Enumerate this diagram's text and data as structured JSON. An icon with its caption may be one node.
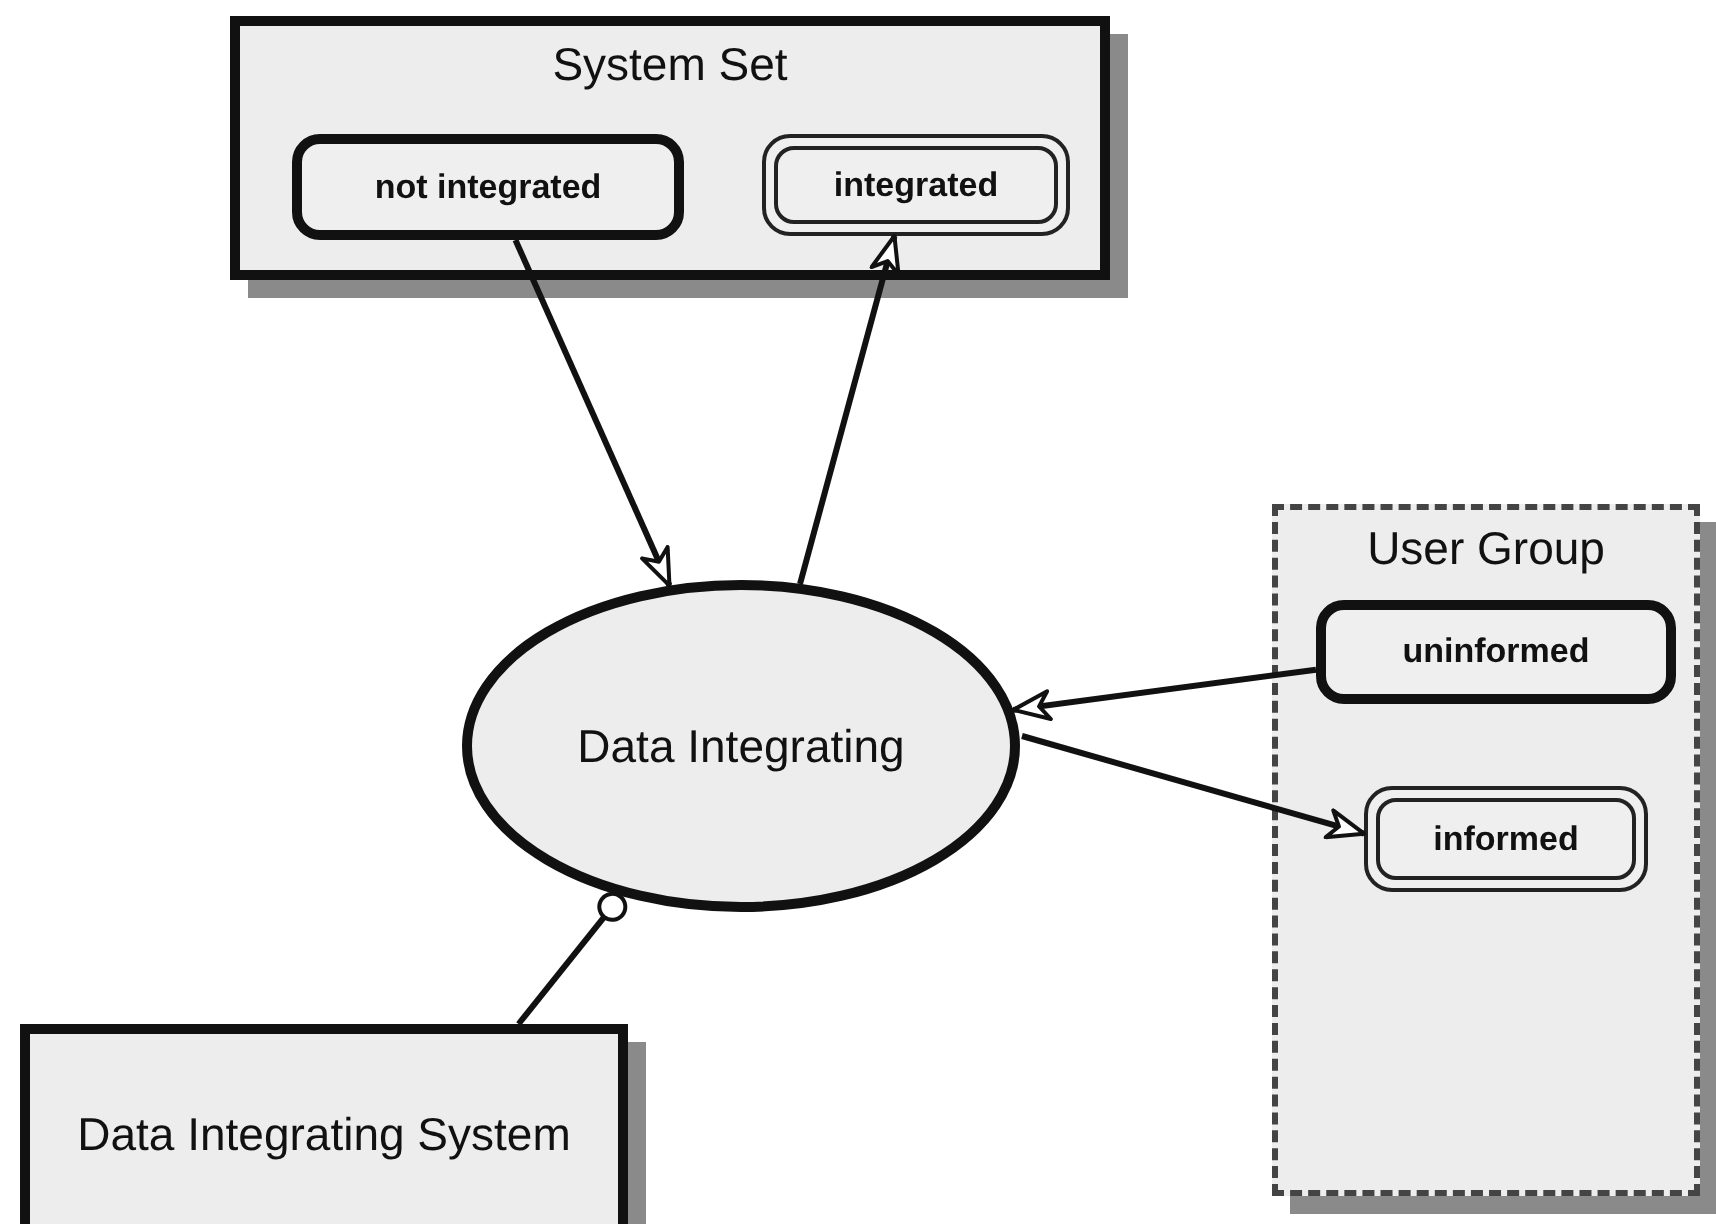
{
  "diagram": {
    "nodes": [
      {
        "text": [
          "System Set"
        ]
      },
      {
        "text": [
          "not integrated"
        ],
        "in": 0
      },
      {
        "text": [
          "integrated"
        ],
        "in": 0
      },
      {
        "text": [
          "Data Integrating"
        ]
      },
      {
        "text": [
          "User Group"
        ]
      },
      {
        "text": [
          "uninformed"
        ],
        "in": 4
      },
      {
        "text": [
          "informed"
        ],
        "in": 4
      },
      {
        "text": [
          "Data Integrating System"
        ]
      }
    ],
    "edges": [
      {
        "from": 1,
        "to": 3,
        "arrow": "to"
      },
      {
        "from": 3,
        "to": 2,
        "arrow": "to"
      },
      {
        "from": 5,
        "to": 3,
        "arrow": "to"
      },
      {
        "from": 3,
        "to": 6,
        "arrow": "to"
      },
      {
        "from": 7,
        "to": 3,
        "arrow": "other"
      }
    ]
  }
}
